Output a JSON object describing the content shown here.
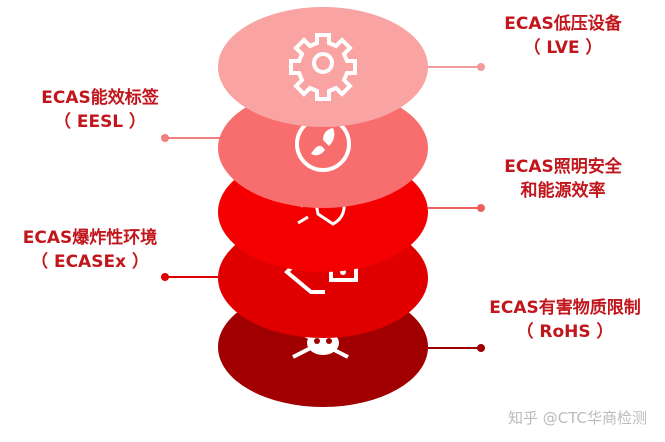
{
  "items": [
    {
      "title": "ECAS低压设备",
      "sub": "（ LVE ）",
      "icon": "gear-icon",
      "color": "#f9a3a3",
      "side": "right"
    },
    {
      "title": "ECAS能效标签",
      "sub": "（ EESL ）",
      "icon": "leaf-icon",
      "color": "#f86d6d",
      "side": "left"
    },
    {
      "title": "ECAS照明安全",
      "sub": "和能源效率",
      "icon": "lightbulb-icon",
      "color": "#f50000",
      "side": "right"
    },
    {
      "title": "ECAS爆炸性环境",
      "sub": "（ ECASEx ）",
      "icon": "explosive-icon",
      "color": "#e00000",
      "side": "left"
    },
    {
      "title": "ECAS有害物质限制",
      "sub": "（ RoHS ）",
      "icon": "skull-crossbones-icon",
      "color": "#a00000",
      "side": "right"
    }
  ],
  "watermark": "知乎 @CTC华商检测"
}
